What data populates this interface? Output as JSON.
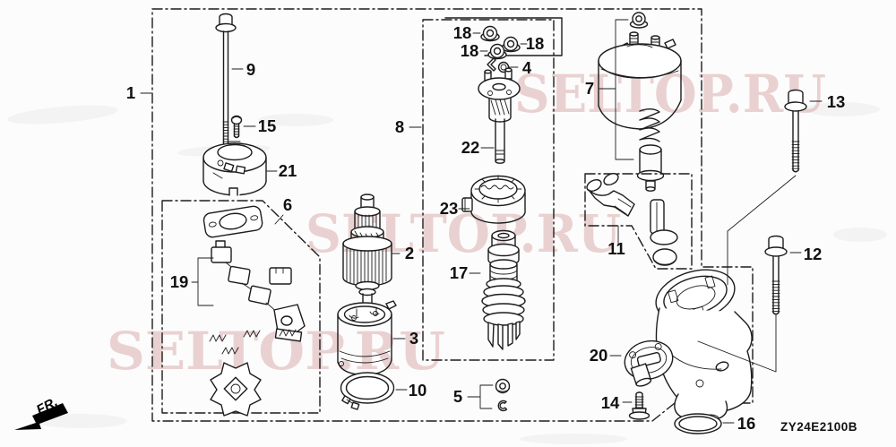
{
  "diagram": {
    "code": "ZY24E2100B",
    "direction_label": "FR.",
    "watermarks": [
      "SELTOP.RU",
      "SELTOP.RU",
      "SELTOP.RU"
    ],
    "colors": {
      "line": "#1c1c1c",
      "watermark": "#d9a8a8",
      "background": "#fcfcfc"
    },
    "callouts": [
      "1",
      "9",
      "15",
      "21",
      "6",
      "19",
      "2",
      "3",
      "10",
      "8",
      "18",
      "18",
      "18",
      "4",
      "22",
      "23",
      "17",
      "5",
      "7",
      "11",
      "13",
      "12",
      "20",
      "14",
      "16"
    ]
  }
}
